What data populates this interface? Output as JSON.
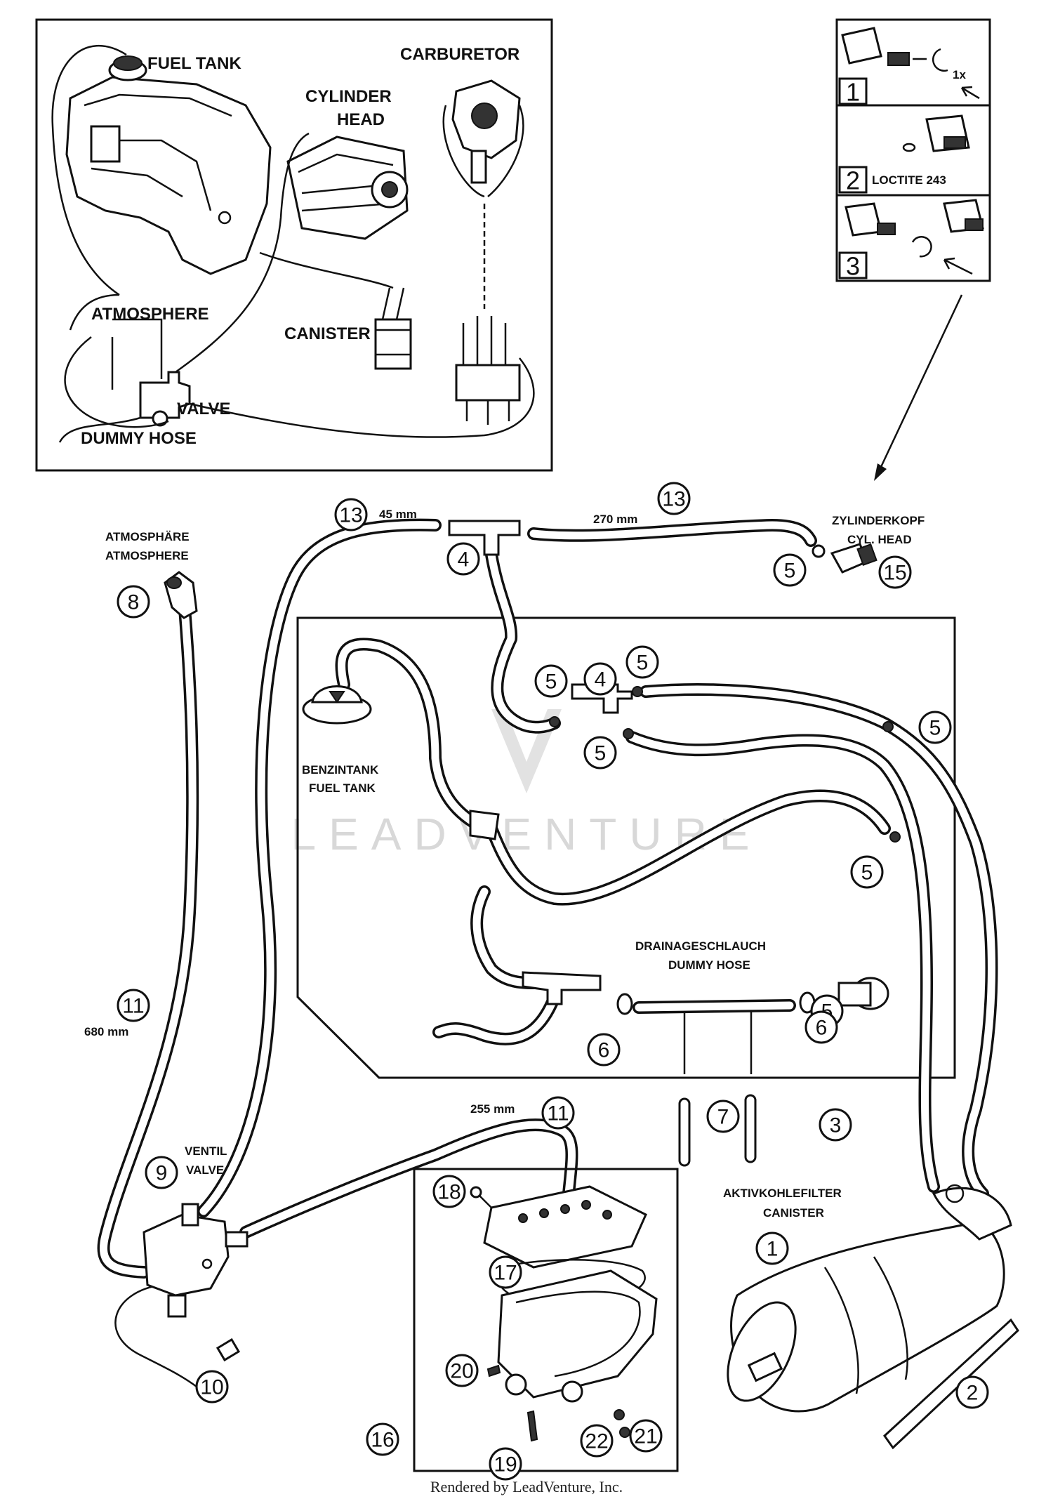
{
  "inset": {
    "fuel_tank": "FUEL TANK",
    "carburetor": "CARBURETOR",
    "cylinder": "CYLINDER",
    "head": "HEAD",
    "atmosphere": "ATMOSPHERE",
    "canister": "CANISTER",
    "valve": "VALVE",
    "dummy_hose": "DUMMY HOSE"
  },
  "steps": [
    {
      "number": "1",
      "note": "1x"
    },
    {
      "number": "2",
      "note": "LOCTITE 243"
    },
    {
      "number": "3",
      "note": ""
    }
  ],
  "labels": {
    "atmosphere_de": "ATMOSPHÄRE",
    "atmosphere_en": "ATMOSPHERE",
    "cyl_head_de": "ZYLINDERKOPF",
    "cyl_head_en": "CYL. HEAD",
    "fuel_tank_de": "BENZINTANK",
    "fuel_tank_en": "FUEL TANK",
    "dummy_hose_de": "DRAINAGESCHLAUCH",
    "dummy_hose_en": "DUMMY HOSE",
    "valve_de": "VENTIL",
    "valve_en": "VALVE",
    "canister_de": "AKTIVKOHLEFILTER",
    "canister_en": "CANISTER"
  },
  "measurements": {
    "hose_45": "45 mm",
    "hose_270": "270 mm",
    "hose_680": "680 mm",
    "hose_255": "255 mm"
  },
  "callouts": [
    "1",
    "2",
    "3",
    "4",
    "4",
    "5",
    "5",
    "5",
    "5",
    "5",
    "5",
    "5",
    "6",
    "6",
    "7",
    "8",
    "9",
    "10",
    "11",
    "11",
    "13",
    "13",
    "15",
    "16",
    "17",
    "18",
    "19",
    "20",
    "21",
    "22"
  ],
  "watermark": "LEADVENTURE",
  "footer": "Rendered by LeadVenture, Inc."
}
